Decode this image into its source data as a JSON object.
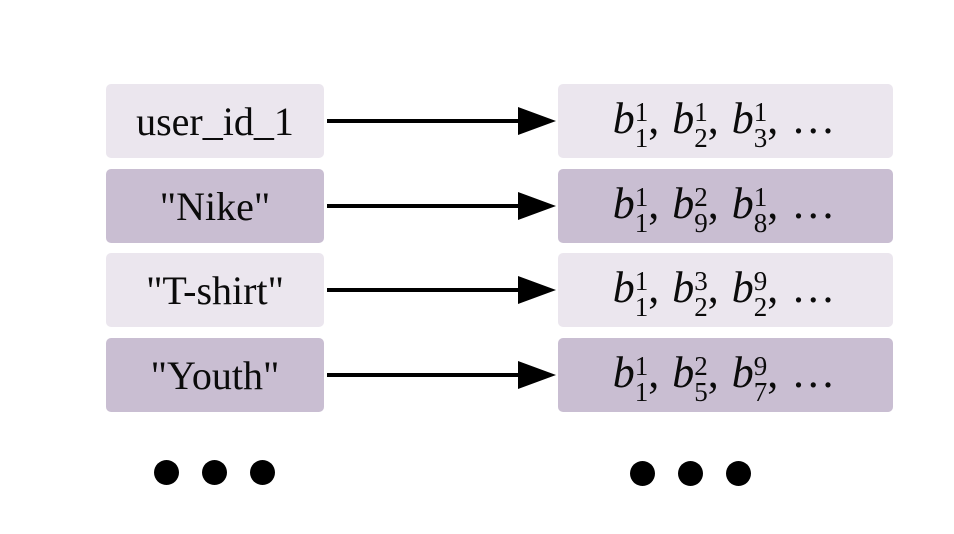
{
  "diagram": {
    "colors": {
      "background": "#ffffff",
      "box_light": "#ebe6ee",
      "box_dark": "#c9bed2",
      "line": "#000000",
      "text": "#0b0b0b"
    },
    "separator": ",",
    "rows": [
      {
        "key": "user_id_1",
        "tone": "light",
        "terms": [
          {
            "base": "b",
            "sup": "1",
            "sub": "1"
          },
          {
            "base": "b",
            "sup": "1",
            "sub": "2"
          },
          {
            "base": "b",
            "sup": "1",
            "sub": "3"
          }
        ],
        "trailing": "…"
      },
      {
        "key": "\"Nike\"",
        "tone": "dark",
        "terms": [
          {
            "base": "b",
            "sup": "1",
            "sub": "1"
          },
          {
            "base": "b",
            "sup": "2",
            "sub": "9"
          },
          {
            "base": "b",
            "sup": "1",
            "sub": "8"
          }
        ],
        "trailing": "…"
      },
      {
        "key": "\"T-shirt\"",
        "tone": "light",
        "terms": [
          {
            "base": "b",
            "sup": "1",
            "sub": "1"
          },
          {
            "base": "b",
            "sup": "3",
            "sub": "2"
          },
          {
            "base": "b",
            "sup": "9",
            "sub": "2"
          }
        ],
        "trailing": "…"
      },
      {
        "key": "\"Youth\"",
        "tone": "dark",
        "terms": [
          {
            "base": "b",
            "sup": "1",
            "sub": "1"
          },
          {
            "base": "b",
            "sup": "2",
            "sub": "5"
          },
          {
            "base": "b",
            "sup": "9",
            "sub": "7"
          }
        ],
        "trailing": "…"
      }
    ],
    "ellipsis": {
      "left_dots": 3,
      "right_dots": 3
    }
  }
}
